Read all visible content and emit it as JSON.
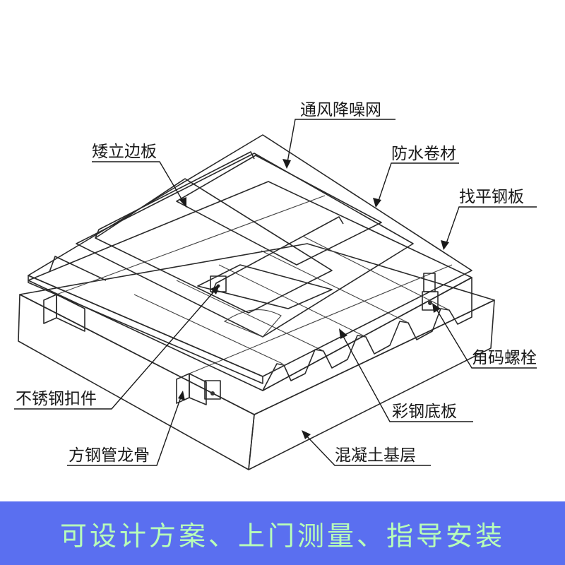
{
  "labels": {
    "vent_mesh": "通风降噪网",
    "standing_seam": "矮立边板",
    "waterproof": "防水卷材",
    "leveling_plate": "找平钢板",
    "angle_bolt": "角码螺栓",
    "clip": "不锈钢扣件",
    "deck": "彩钢底板",
    "keel": "方钢管龙骨",
    "concrete": "混凝土基层"
  },
  "banner": {
    "text": "可设计方案、上门测量、指导安装",
    "background": "#5a6ff0",
    "text_color": "#b8ffb8"
  }
}
